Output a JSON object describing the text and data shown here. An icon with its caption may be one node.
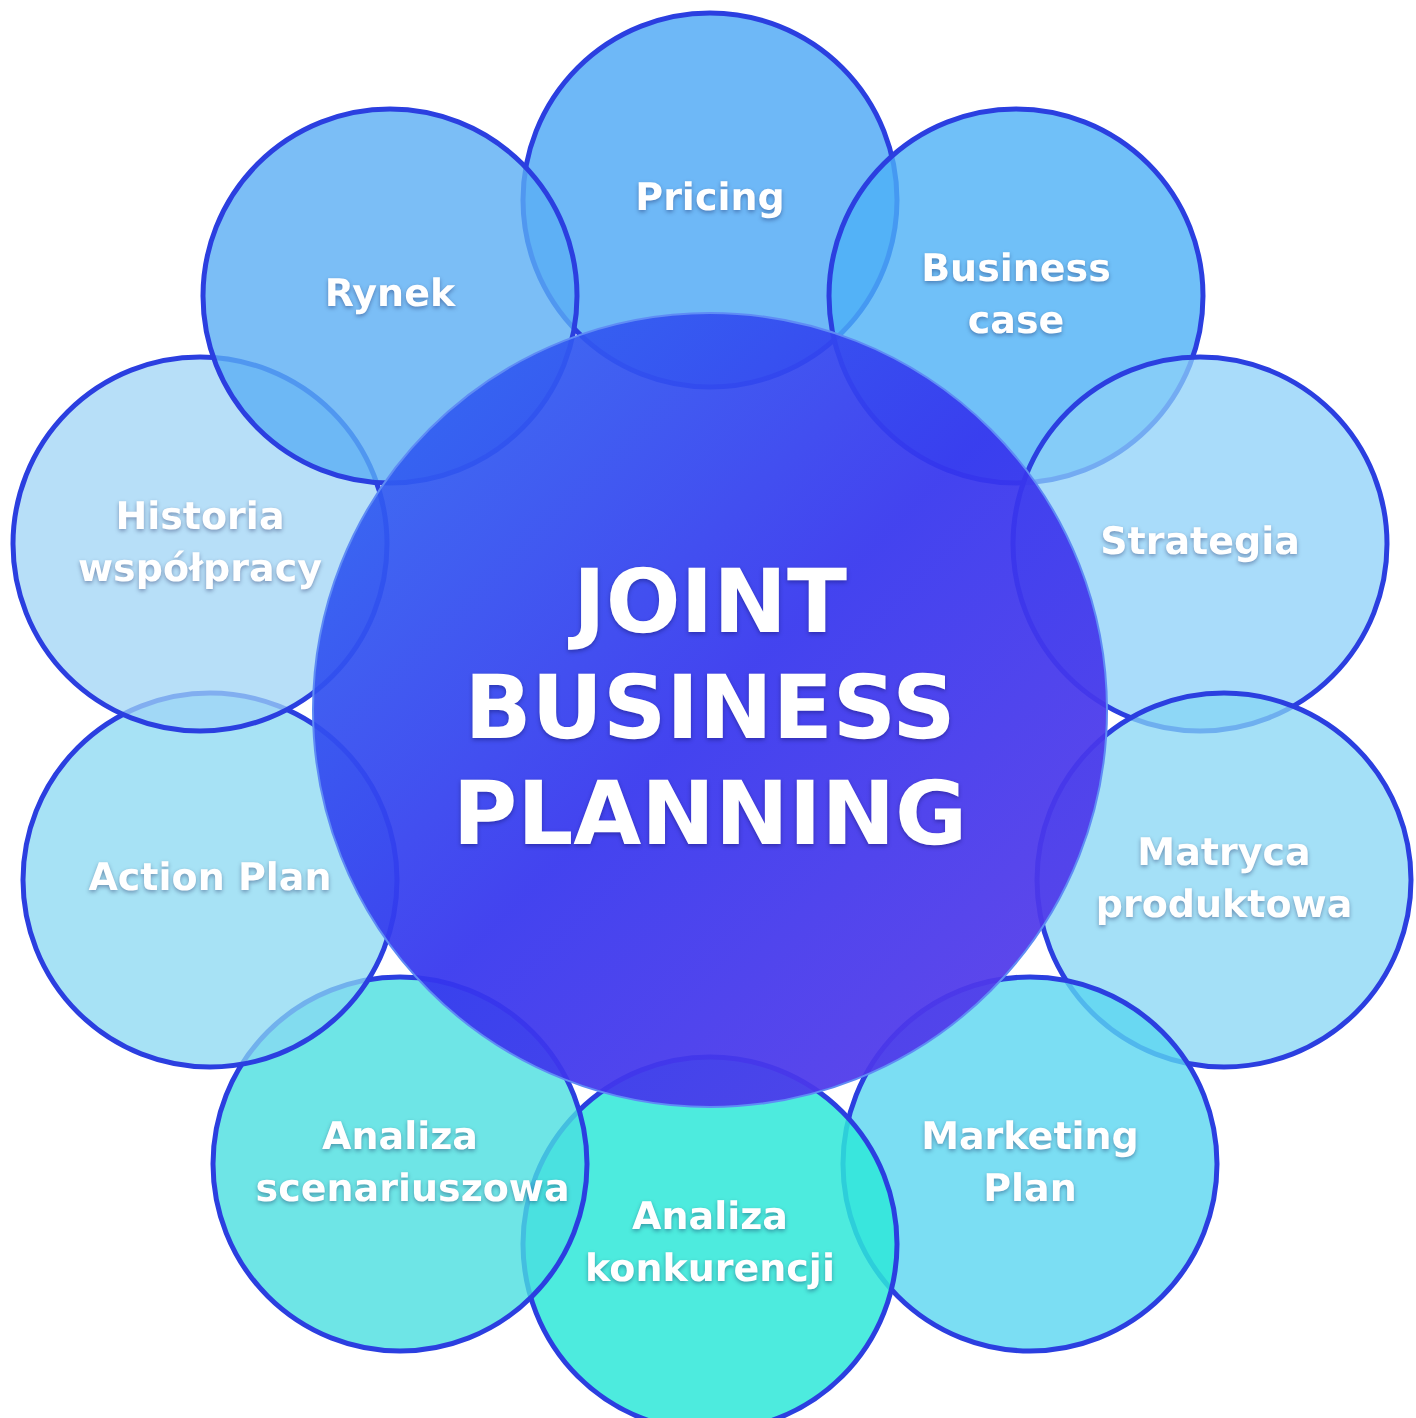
{
  "diagram": {
    "nodes": [
      {
        "text": [
          "JOINT BUSINESS PLANNING"
        ]
      },
      {
        "text": [
          "Pricing"
        ]
      },
      {
        "text": [
          "Business case"
        ]
      },
      {
        "text": [
          "Strategia"
        ]
      },
      {
        "text": [
          "Matryca produktowa"
        ]
      },
      {
        "text": [
          "Marketing Plan"
        ]
      },
      {
        "text": [
          "Analiza konkurencji"
        ]
      },
      {
        "text": [
          "Analiza scenariuszowa"
        ]
      },
      {
        "text": [
          "Action Plan"
        ]
      },
      {
        "text": [
          "Historia współpracy"
        ]
      },
      {
        "text": [
          "Rynek"
        ]
      }
    ]
  }
}
